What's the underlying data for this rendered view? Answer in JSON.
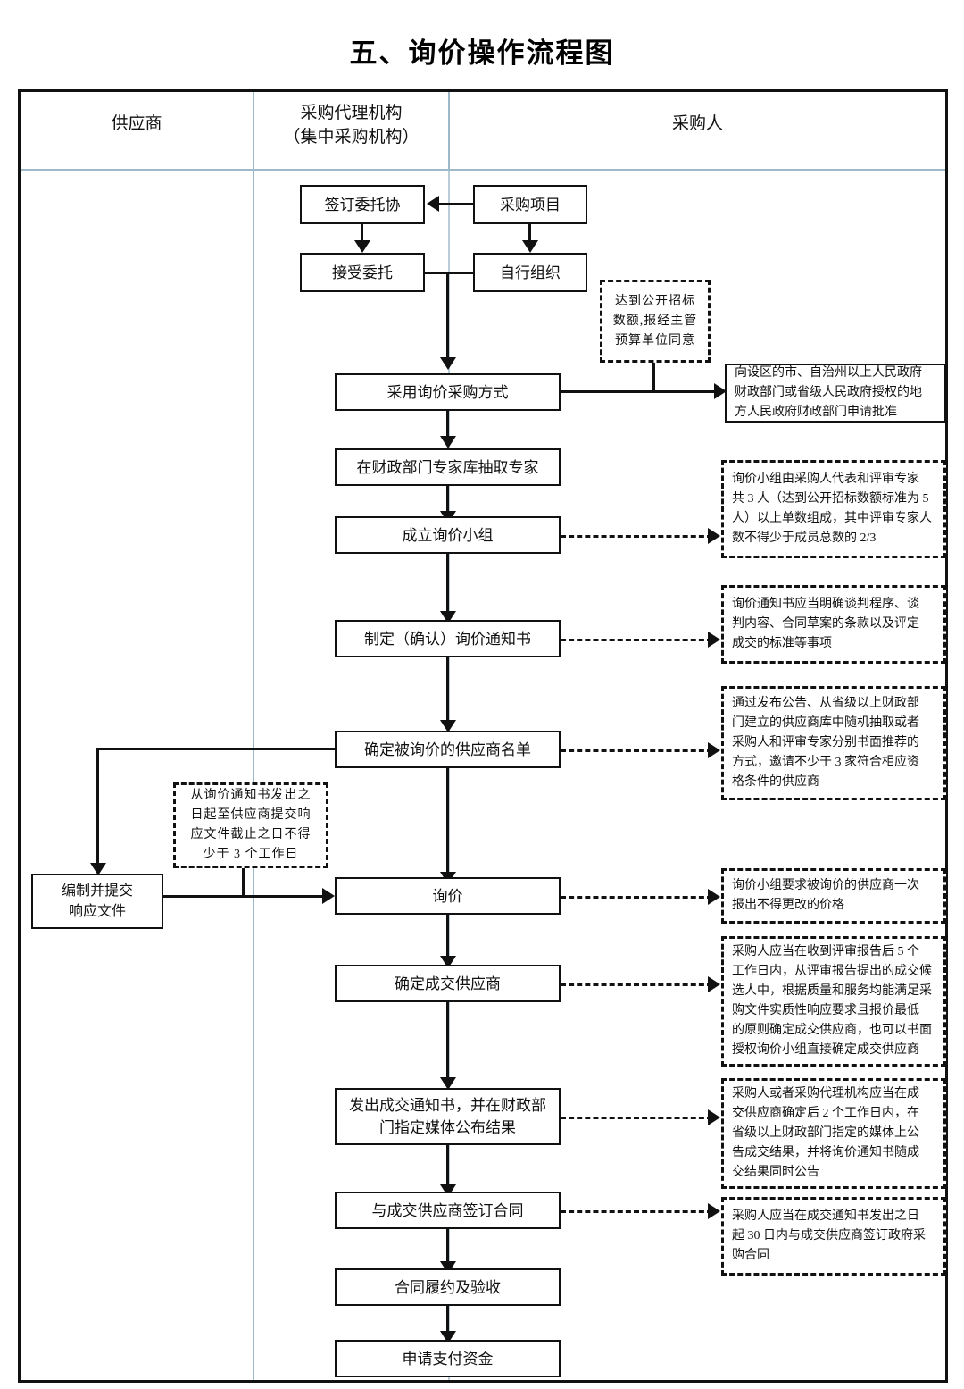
{
  "title": "五、询价操作流程图",
  "swimlanes": [
    {
      "id": "supplier",
      "label": "供应商"
    },
    {
      "id": "agency",
      "label": "采购代理机构\n（集中采购机构）",
      "line1": "采购代理机构",
      "line2": "（集中采购机构）"
    },
    {
      "id": "purchaser",
      "label": "采购人"
    }
  ],
  "nodes": [
    {
      "id": "n-sign-entrust",
      "label": "签订委托协"
    },
    {
      "id": "n-purchase-project",
      "label": "采购项目"
    },
    {
      "id": "n-accept-entrust",
      "label": "接受委托"
    },
    {
      "id": "n-self-organize",
      "label": "自行组织"
    },
    {
      "id": "n-adopt-inquiry",
      "label": "采用询价采购方式"
    },
    {
      "id": "n-draw-experts",
      "label": "在财政部门专家库抽取专家"
    },
    {
      "id": "n-form-group",
      "label": "成立询价小组"
    },
    {
      "id": "n-make-notice",
      "label": "制定（确认）询价通知书"
    },
    {
      "id": "n-supplier-list",
      "label": "确定被询价的供应商名单"
    },
    {
      "id": "n-prepare-response",
      "line1": "编制并提交",
      "line2": "响应文件"
    },
    {
      "id": "n-inquiry",
      "label": "询价"
    },
    {
      "id": "n-determine-winner",
      "label": "确定成交供应商"
    },
    {
      "id": "n-issue-notice",
      "line1": "发出成交通知书，并在财政部",
      "line2": "门指定媒体公布结果"
    },
    {
      "id": "n-sign-contract",
      "label": "与成交供应商签订合同"
    },
    {
      "id": "n-perform-accept",
      "label": "合同履约及验收"
    },
    {
      "id": "n-apply-payment",
      "label": "申请支付资金"
    }
  ],
  "notes": [
    {
      "id": "note-open-bid-threshold",
      "lines": [
        "达到公开招标",
        "数额,报经主管",
        "预算单位同意"
      ]
    },
    {
      "id": "note-approval-authority",
      "lines": [
        "向设区的市、自治州以上人民政府",
        "财政部门或省级人民政府授权的地",
        "方人民政府财政部门申请批准"
      ]
    },
    {
      "id": "note-group-composition",
      "lines": [
        "询价小组由采购人代表和评审专家",
        "共 3 人（达到公开招标数额标准为 5",
        "人）以上单数组成，其中评审专家人",
        "数不得少于成员总数的 2/3"
      ]
    },
    {
      "id": "note-notice-content",
      "lines": [
        "询价通知书应当明确谈判程序、谈",
        "判内容、合同草案的条款以及评定",
        "成交的标准等事项"
      ]
    },
    {
      "id": "note-supplier-selection",
      "lines": [
        "通过发布公告、从省级以上财政部",
        "门建立的供应商库中随机抽取或者",
        "采购人和评审专家分别书面推荐的",
        "方式，邀请不少于 3 家符合相应资",
        "格条件的供应商"
      ]
    },
    {
      "id": "note-response-deadline",
      "lines": [
        "从询价通知书发出之",
        "日起至供应商提交响",
        "应文件截止之日不得",
        "少于 3 个工作日"
      ]
    },
    {
      "id": "note-one-time-quote",
      "lines": [
        "询价小组要求被询价的供应商一次",
        "报出不得更改的价格"
      ]
    },
    {
      "id": "note-award-rule",
      "lines": [
        "采购人应当在收到评审报告后 5 个",
        "工作日内，从评审报告提出的成交候",
        "选人中，根据质量和服务均能满足采",
        "购文件实质性响应要求且报价最低",
        "的原则确定成交供应商，也可以书面",
        "授权询价小组直接确定成交供应商"
      ]
    },
    {
      "id": "note-publish-rule",
      "lines": [
        "采购人或者采购代理机构应当在成",
        "交供应商确定后 2 个工作日内，在",
        "省级以上财政部门指定的媒体上公",
        "告成交结果，并将询价通知书随成",
        "交结果同时公告"
      ]
    },
    {
      "id": "note-contract-rule",
      "lines": [
        "采购人应当在成交通知书发出之日",
        "起 30 日内与成交供应商签订政府采",
        "购合同"
      ]
    }
  ],
  "colors": {
    "line": "#111111",
    "lane_divider": "#9db8c9",
    "guide": "#b9ccd8",
    "background": "#ffffff"
  }
}
